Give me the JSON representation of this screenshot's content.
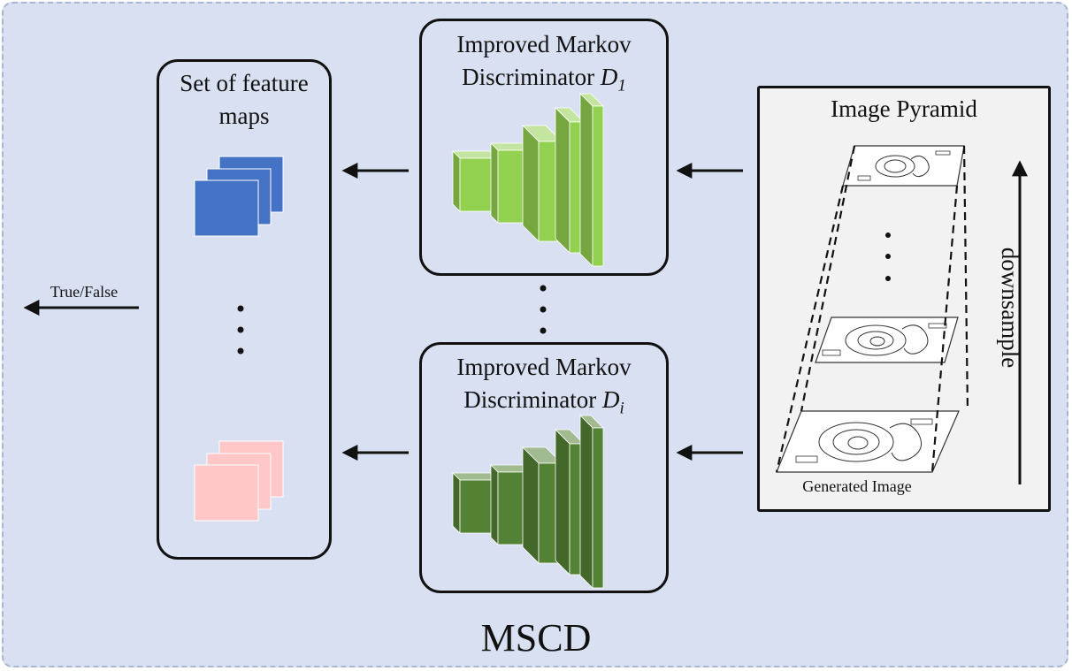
{
  "feature_maps": {
    "title_line1": "Set of feature",
    "title_line2": "maps",
    "colors": {
      "top_stack": "#4472c4",
      "bottom_stack": "#ffc7c7"
    }
  },
  "discriminator_top": {
    "line1": "Improved Markov",
    "line2_prefix": "Discriminator ",
    "symbol": "D",
    "subscript": "1",
    "color": "#92d050"
  },
  "discriminator_bottom": {
    "line1": "Improved Markov",
    "line2_prefix": "Discriminator ",
    "symbol": "D",
    "subscript": "i",
    "color": "#548235"
  },
  "pyramid": {
    "title": "Image Pyramid",
    "side_label": "downsample",
    "base_label": "Generated Image"
  },
  "output_label": "True/False",
  "main_title": "MSCD"
}
